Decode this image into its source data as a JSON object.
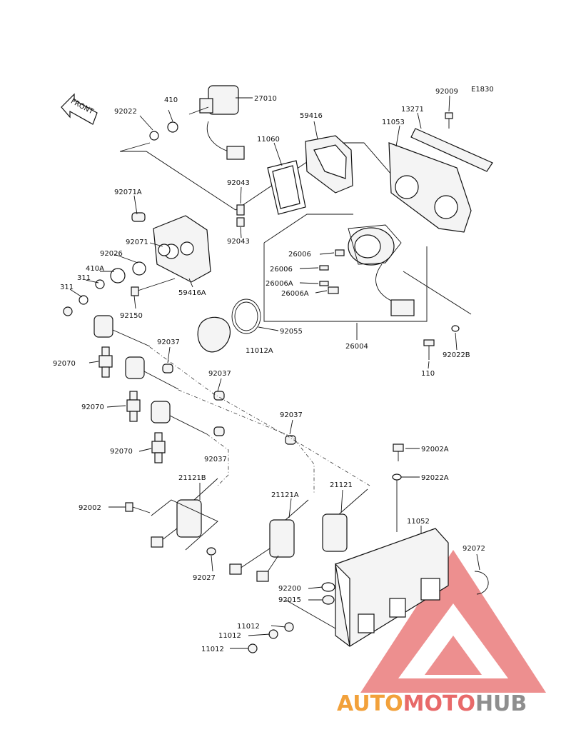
{
  "diagram": {
    "code": "E1830",
    "front_label": "FRONT",
    "labels": {
      "p27010": "27010",
      "p410": "410",
      "p92022": "92022",
      "p59416": "59416",
      "p92009": "92009",
      "p13271": "13271",
      "p11053": "11053",
      "p11060": "11060",
      "p92043a": "92043",
      "p92071A": "92071A",
      "p92043b": "92043",
      "p92071": "92071",
      "p92026": "92026",
      "p410A": "410A",
      "p311a": "311",
      "p311b": "311",
      "p59416A": "59416A",
      "p92150": "92150",
      "p26006a": "26006",
      "p26006b": "26006",
      "p26006Aa": "26006A",
      "p26006Ab": "26006A",
      "p92055": "92055",
      "p11012A": "11012A",
      "p26004": "26004",
      "p92022B": "92022B",
      "p110": "110",
      "p92037a": "92037",
      "p92070a": "92070",
      "p92037b": "92037",
      "p92070b": "92070",
      "p92037c": "92037",
      "p92070c": "92070",
      "p92037d": "92037",
      "p92002A": "92002A",
      "p92022A": "92022A",
      "p21121B": "21121B",
      "p21121A": "21121A",
      "p21121": "21121",
      "p92002": "92002",
      "p11052": "11052",
      "p92072": "92072",
      "p92027": "92027",
      "p92200": "92200",
      "p92015": "92015",
      "p11012a": "11012",
      "p11012b": "11012",
      "p11012c": "11012"
    }
  },
  "watermark": {
    "part1": "AUTO",
    "part2": "MOTO",
    "part3": "HUB",
    "color_orange": "#f2a13b",
    "color_red": "#e86a6a",
    "color_gray": "#8e8e8e"
  }
}
